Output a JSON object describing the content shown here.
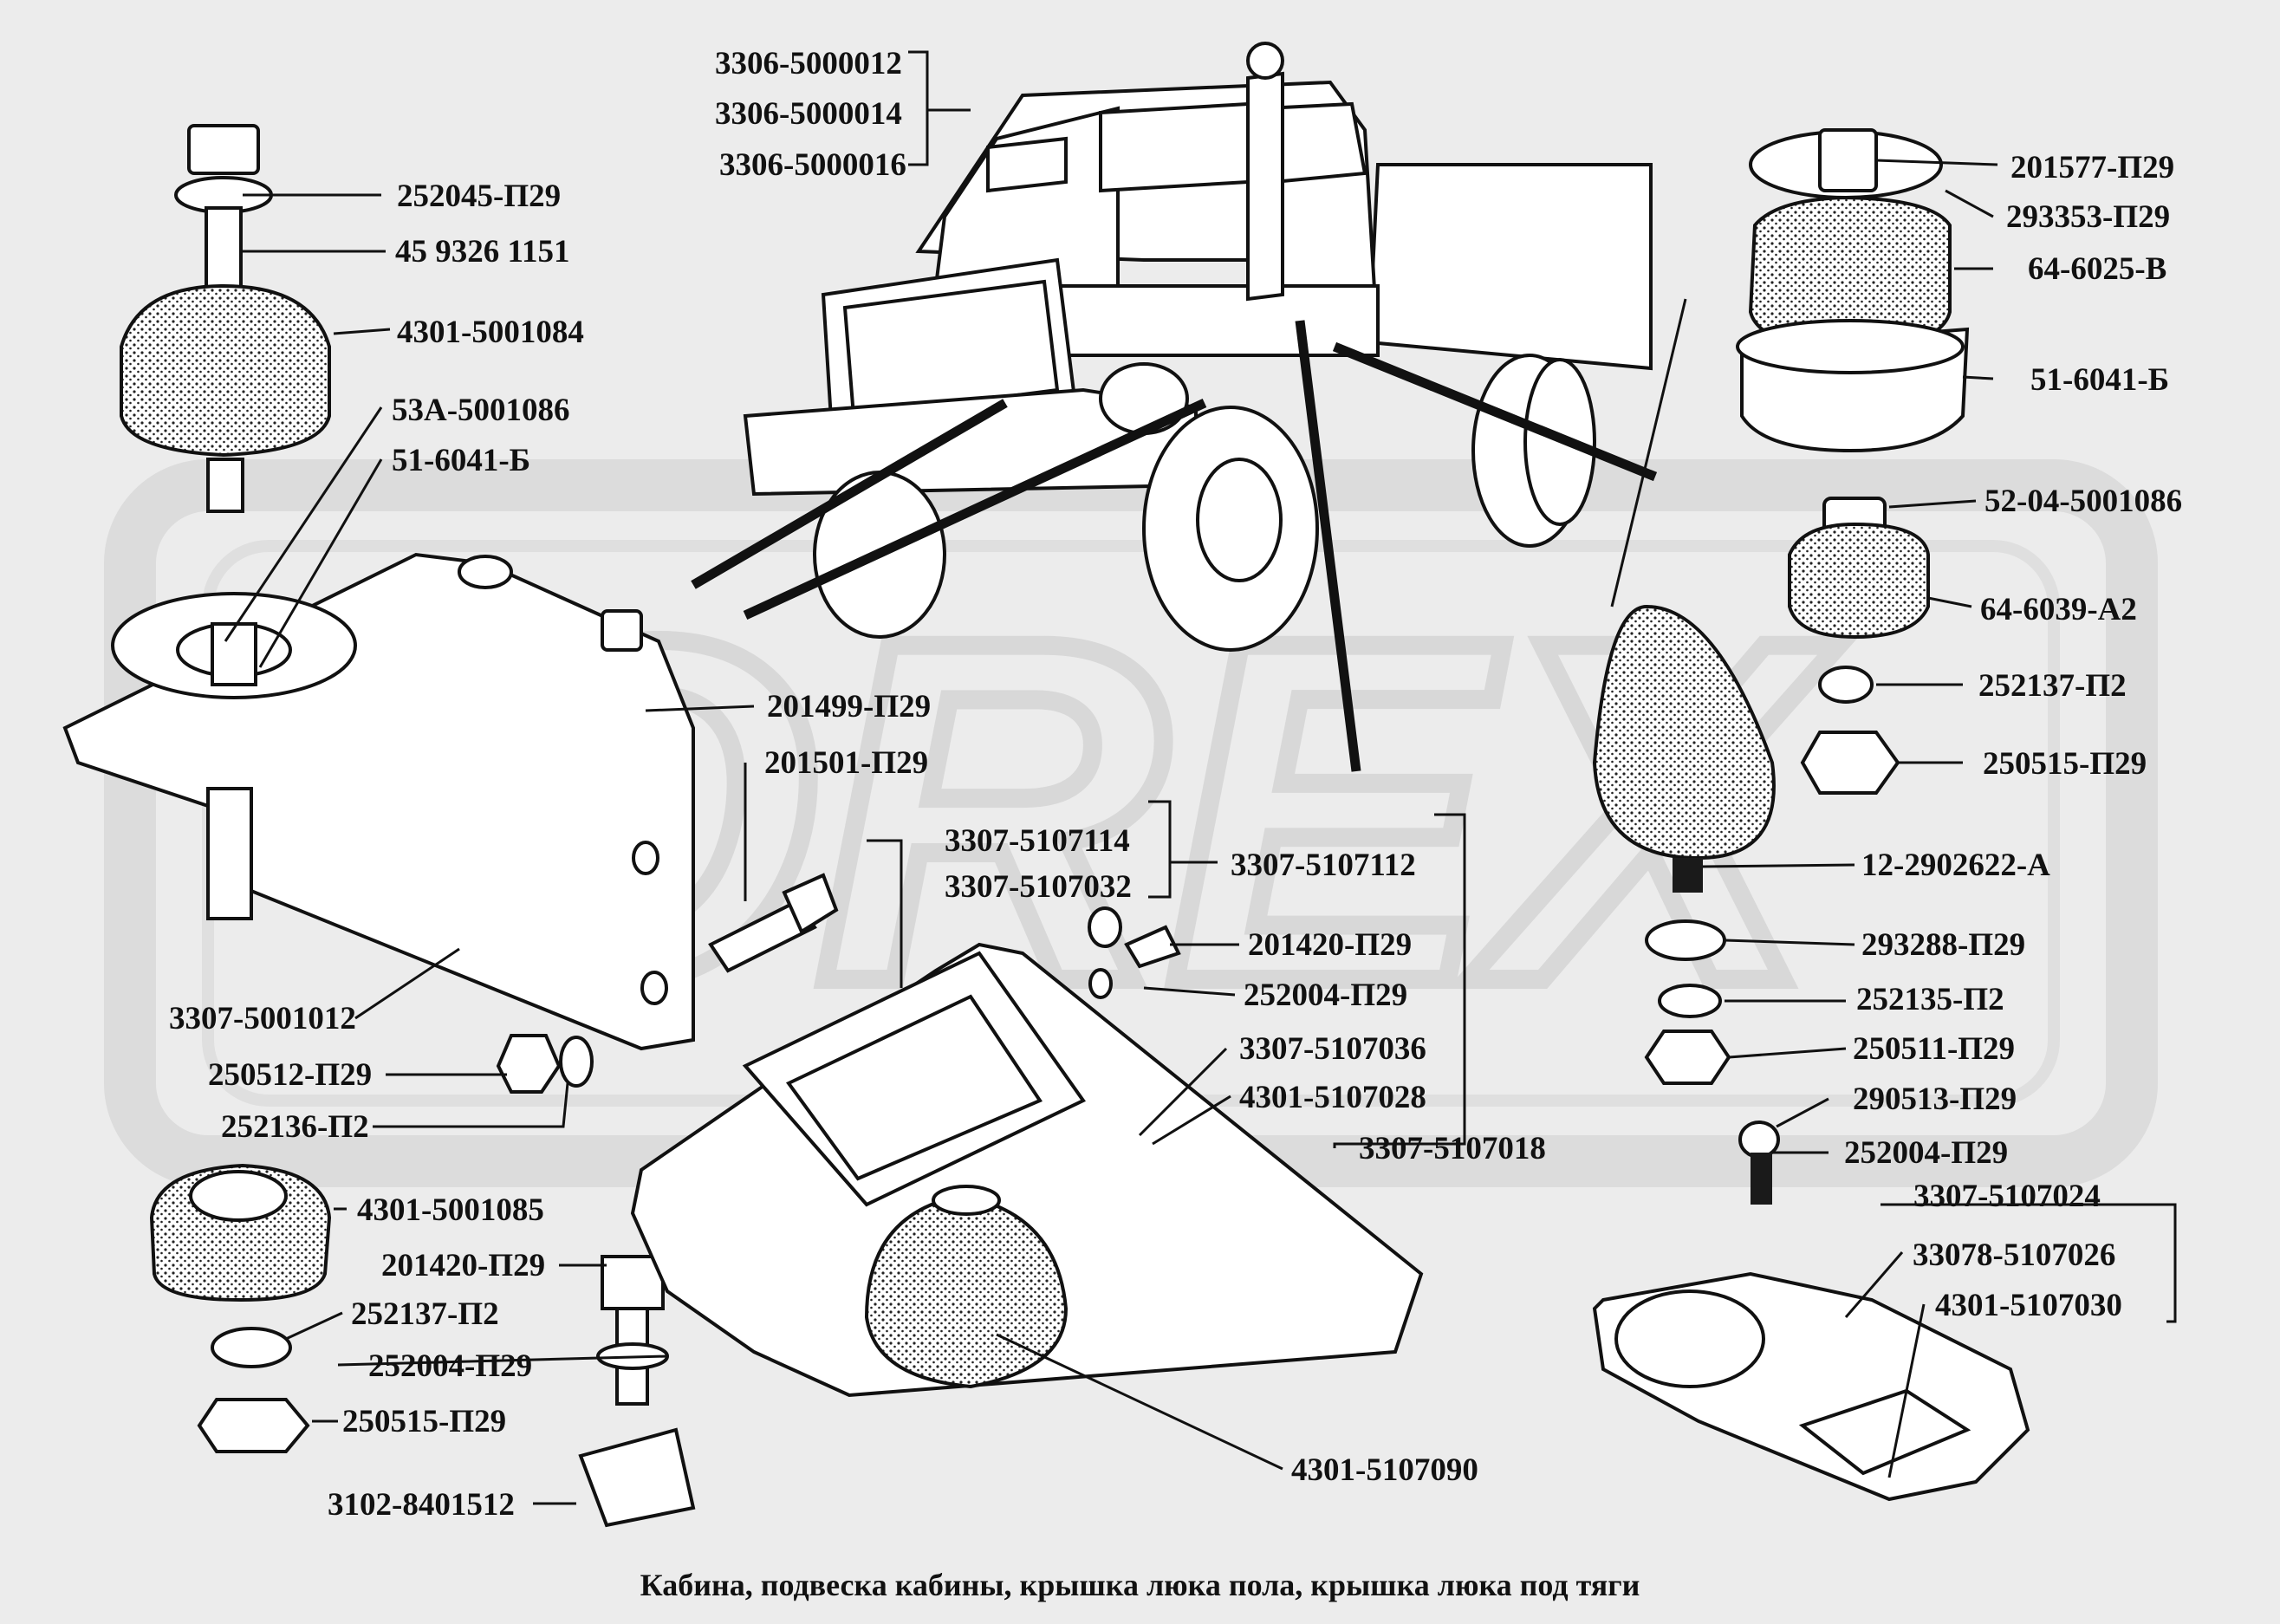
{
  "caption": "Кабина, подвеска кабины, крышка люка пола, крышка люка под тяги",
  "watermark": "OREX",
  "labels": {
    "l01": "3306-5000012",
    "l02": "3306-5000014",
    "l03": "3306-5000016",
    "l04": "252045-П29",
    "l05": "45 9326 1151",
    "l06": "4301-5001084",
    "l07": "53А-5001086",
    "l08": "51-6041-Б",
    "l09": "201499-П29",
    "l10": "201501-П29",
    "l11": "3307-5107114",
    "l12": "3307-5107032",
    "l13": "3307-5107112",
    "l14": "201420-П29",
    "l15": "252004-П29",
    "l16": "3307-5001012",
    "l17": "250512-П29",
    "l18": "252136-П2",
    "l19": "3307-5107036",
    "l20": "4301-5107028",
    "l21": "3307-5107018",
    "l22": "4301-5001085",
    "l23": "201420-П29",
    "l24": "252137-П2",
    "l25": "252004-П29",
    "l26": "250515-П29",
    "l27": "3102-8401512",
    "l28": "4301-5107090",
    "l29": "201577-П29",
    "l30": "293353-П29",
    "l31": "64-6025-В",
    "l32": "51-6041-Б",
    "l33": "52-04-5001086",
    "l34": "64-6039-А2",
    "l35": "252137-П2",
    "l36": "250515-П29",
    "l37": "12-2902622-А",
    "l38": "293288-П29",
    "l39": "252135-П2",
    "l40": "250511-П29",
    "l41": "290513-П29",
    "l42": "252004-П29",
    "l43": "3307-5107024",
    "l44": "33078-5107026",
    "l45": "4301-5107030"
  }
}
